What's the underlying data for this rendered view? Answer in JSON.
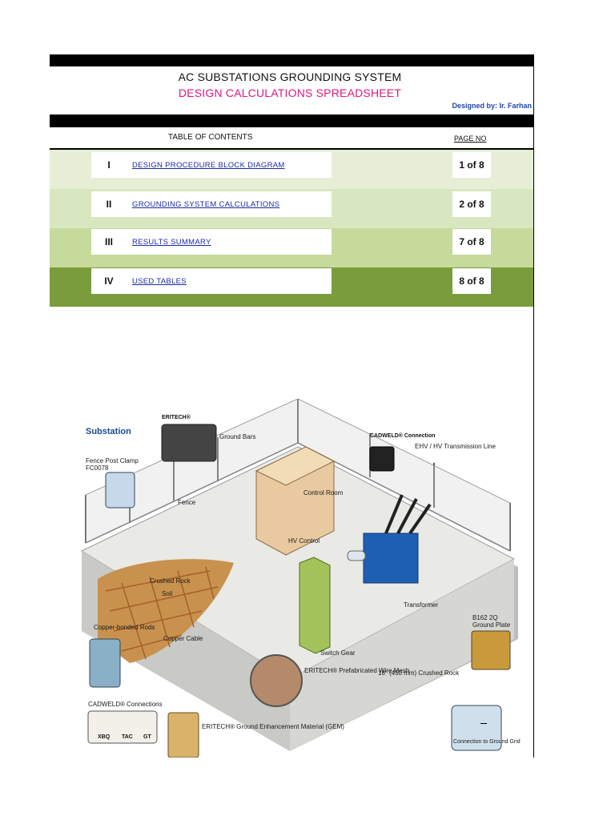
{
  "header": {
    "title_line1": "AC SUBSTATIONS GROUNDING SYSTEM",
    "title_line2": "DESIGN CALCULATIONS SPREADSHEET",
    "designer": "Designed by: Ir. Farhan"
  },
  "toc": {
    "label": "TABLE OF CONTENTS",
    "page_label": "PAGE NO",
    "items": [
      {
        "num": "I",
        "title": "DESIGN PROCEDURE BLOCK DIAGRAM",
        "page": "1 of 8"
      },
      {
        "num": "II",
        "title": "GROUNDING SYSTEM CALCULATIONS",
        "page": "2 of 8"
      },
      {
        "num": "III",
        "title": "RESULTS SUMMARY",
        "page": "7 of 8"
      },
      {
        "num": "IV",
        "title": "USED TABLES",
        "page": "8 of 8"
      }
    ]
  },
  "colors": {
    "row_backgrounds": [
      "#e6efd6",
      "#d9e7c0",
      "#c6da9c",
      "#7a9c3c"
    ],
    "title_accent": "#e0197d",
    "link": "#1a2aa8"
  },
  "illustration": {
    "title": "Substation",
    "labels": {
      "eritech": "ERITECH®",
      "ground_bars": "Ground Bars",
      "cadweld_connection": "CADWELD® Connection",
      "ehv_line": "EHV / HV Transmission Line",
      "fence_post_clamp": "Fence Post Clamp",
      "fc_code": "FC0078",
      "fence": "Fence",
      "control_room": "Control Room",
      "hv_control": "HV Control",
      "crushed_rock": "Crushed Rock",
      "soil": "Soil",
      "copper_cable": "Copper Cable",
      "copper_rods": "Copper-bonded Rods",
      "transformer": "Transformer",
      "ground_plate_code": "B162 2Q",
      "ground_plate": "Ground Plate",
      "switch_gear": "Switch Gear",
      "wire_mesh": "ERITECH® Prefabricated Wire Mesh",
      "rock_depth": "18\" (450 mm) Crushed Rock",
      "cadweld_connections": "CADWELD® Connections",
      "xbq": "XBQ",
      "tac": "TAC",
      "gt": "GT",
      "gem": "ERITECH® Ground Enhancement Material (GEM)",
      "grid_connection": "Connection to Ground Grid"
    }
  }
}
